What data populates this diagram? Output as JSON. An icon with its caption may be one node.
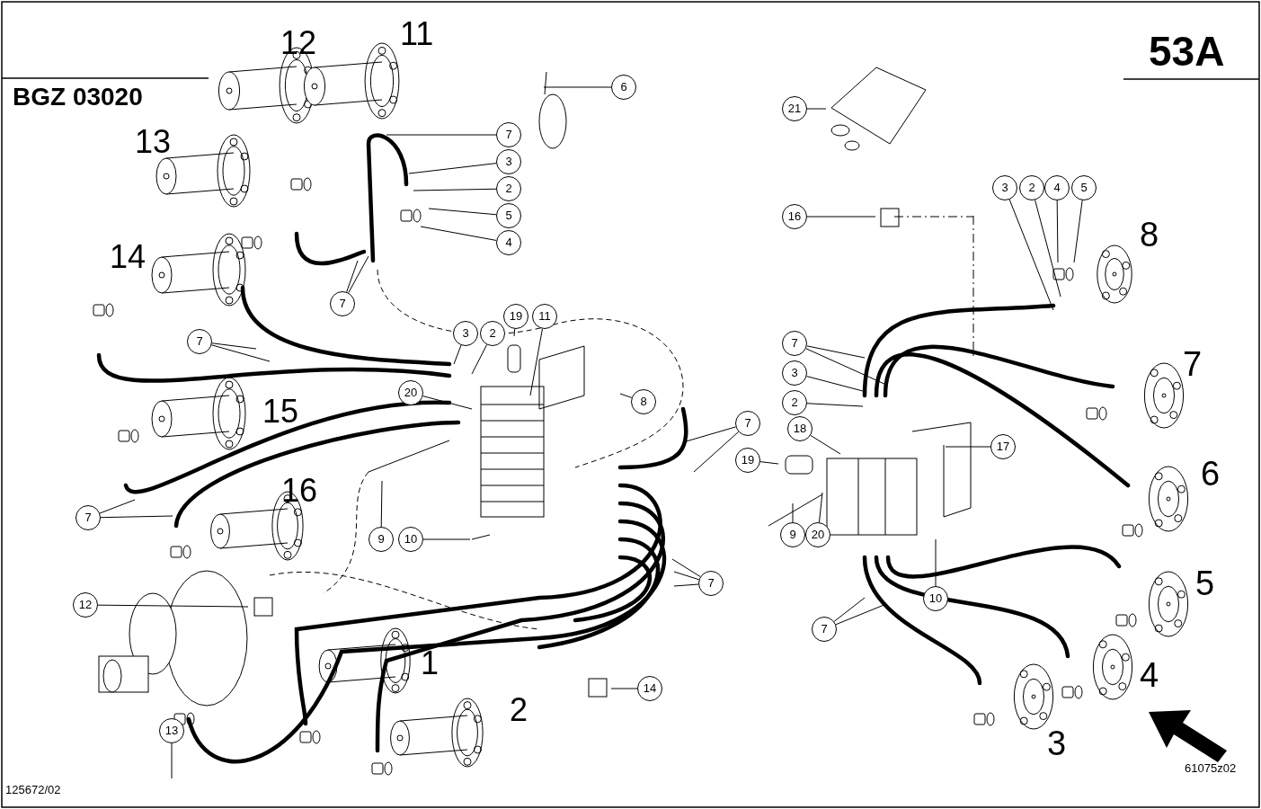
{
  "diagram": {
    "nodes": [
      {
        "text": [
          "6"
        ]
      },
      {
        "text": [
          "7"
        ]
      },
      {
        "text": [
          "3"
        ]
      },
      {
        "text": [
          "2"
        ]
      },
      {
        "text": [
          "5"
        ]
      },
      {
        "text": [
          "4"
        ]
      },
      {
        "text": [
          "7"
        ]
      },
      {
        "text": [
          "7"
        ]
      },
      {
        "text": [
          "3"
        ]
      },
      {
        "text": [
          "2"
        ]
      },
      {
        "text": [
          "19"
        ]
      },
      {
        "text": [
          "11"
        ]
      },
      {
        "text": [
          "20"
        ]
      },
      {
        "text": [
          "8"
        ]
      },
      {
        "text": [
          "7"
        ]
      },
      {
        "text": [
          "9"
        ]
      },
      {
        "text": [
          "10"
        ]
      },
      {
        "text": [
          "7"
        ]
      },
      {
        "text": [
          "12"
        ]
      },
      {
        "text": [
          "7"
        ]
      },
      {
        "text": [
          "14"
        ]
      },
      {
        "text": [
          "13"
        ]
      },
      {
        "text": [
          "21"
        ]
      },
      {
        "text": [
          "16"
        ]
      },
      {
        "text": [
          "3"
        ]
      },
      {
        "text": [
          "2"
        ]
      },
      {
        "text": [
          "4"
        ]
      },
      {
        "text": [
          "5"
        ]
      },
      {
        "text": [
          "7"
        ]
      },
      {
        "text": [
          "3"
        ]
      },
      {
        "text": [
          "2"
        ]
      },
      {
        "text": [
          "18"
        ]
      },
      {
        "text": [
          "17"
        ]
      },
      {
        "text": [
          "19"
        ]
      },
      {
        "text": [
          "9"
        ]
      },
      {
        "text": [
          "20"
        ]
      },
      {
        "text": [
          "10"
        ]
      },
      {
        "text": [
          "7"
        ]
      }
    ],
    "edges": [
      {
        "from": 0,
        "to": null,
        "arrow": "none"
      },
      {
        "from": 1,
        "to": null,
        "arrow": "none"
      },
      {
        "from": 2,
        "to": null,
        "arrow": "none"
      },
      {
        "from": 3,
        "to": null,
        "arrow": "none"
      },
      {
        "from": 4,
        "to": null,
        "arrow": "none"
      },
      {
        "from": 5,
        "to": null,
        "arrow": "none"
      },
      {
        "from": 6,
        "to": null,
        "arrow": "none"
      },
      {
        "from": 6,
        "to": null,
        "arrow": "none"
      },
      {
        "from": 7,
        "to": null,
        "arrow": "none"
      },
      {
        "from": 7,
        "to": null,
        "arrow": "none"
      },
      {
        "from": 8,
        "to": null,
        "arrow": "none"
      },
      {
        "from": 9,
        "to": null,
        "arrow": "none"
      },
      {
        "from": 10,
        "to": null,
        "arrow": "none"
      },
      {
        "from": 11,
        "to": null,
        "arrow": "none"
      },
      {
        "from": 12,
        "to": null,
        "arrow": "none"
      },
      {
        "from": 13,
        "to": null,
        "arrow": "none"
      },
      {
        "from": 14,
        "to": null,
        "arrow": "none"
      },
      {
        "from": 14,
        "to": null,
        "arrow": "none"
      },
      {
        "from": 15,
        "to": null,
        "arrow": "none"
      },
      {
        "from": 16,
        "to": null,
        "arrow": "none"
      },
      {
        "from": 17,
        "to": null,
        "arrow": "none"
      },
      {
        "from": 17,
        "to": null,
        "arrow": "none"
      },
      {
        "from": 18,
        "to": null,
        "arrow": "none"
      },
      {
        "from": 19,
        "to": null,
        "arrow": "none"
      },
      {
        "from": 19,
        "to": null,
        "arrow": "none"
      },
      {
        "from": 19,
        "to": null,
        "arrow": "none"
      },
      {
        "from": 20,
        "to": null,
        "arrow": "none"
      },
      {
        "from": 21,
        "to": null,
        "arrow": "none"
      },
      {
        "from": 22,
        "to": null,
        "arrow": "none"
      },
      {
        "from": 23,
        "to": null,
        "arrow": "none"
      },
      {
        "from": 24,
        "to": null,
        "arrow": "none"
      },
      {
        "from": 25,
        "to": null,
        "arrow": "none"
      },
      {
        "from": 26,
        "to": null,
        "arrow": "none"
      },
      {
        "from": 27,
        "to": null,
        "arrow": "none"
      },
      {
        "from": 28,
        "to": null,
        "arrow": "none"
      },
      {
        "from": 28,
        "to": null,
        "arrow": "none"
      },
      {
        "from": 29,
        "to": null,
        "arrow": "none"
      },
      {
        "from": 30,
        "to": null,
        "arrow": "none"
      },
      {
        "from": 31,
        "to": null,
        "arrow": "none"
      },
      {
        "from": 32,
        "to": null,
        "arrow": "none"
      },
      {
        "from": 33,
        "to": null,
        "arrow": "none"
      },
      {
        "from": 34,
        "to": null,
        "arrow": "none"
      },
      {
        "from": 35,
        "to": null,
        "arrow": "none"
      },
      {
        "from": 36,
        "to": null,
        "arrow": "none"
      },
      {
        "from": 37,
        "to": null,
        "arrow": "none"
      },
      {
        "from": 37,
        "to": null,
        "arrow": "none"
      }
    ],
    "labels": [
      "53A",
      "BGZ 03020",
      "12",
      "11",
      "13",
      "14",
      "15",
      "16",
      "8",
      "7",
      "6",
      "5",
      "1",
      "4",
      "2",
      "3",
      "125672/02",
      "61075z02"
    ]
  }
}
